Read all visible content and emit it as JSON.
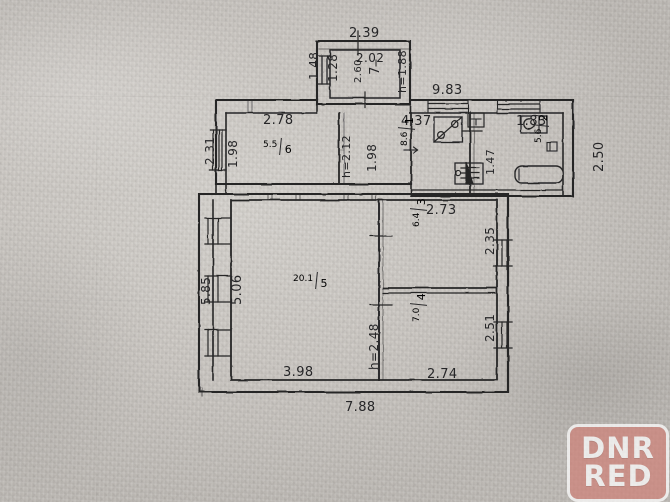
{
  "document": {
    "kind": "hand-drawn apartment floor plan photograph",
    "title": ""
  },
  "watermark": {
    "line1": "DNR",
    "line2": "RED",
    "color": "#cf8279",
    "text_color": "#ffffff"
  },
  "ink_color": "#262628",
  "paper_color": "#c9c5c0",
  "overall_dimensions": {
    "top_width": "9.83",
    "bottom_width": "7.88",
    "left_height": "5.85",
    "right_height": "2.50"
  },
  "rooms": [
    {
      "id": "room-7",
      "number": "7",
      "area": "",
      "height_note": "h=1.88",
      "dims": [
        "2.39",
        "2.02",
        "1.48",
        "1.28",
        "2.60"
      ]
    },
    {
      "id": "room-6",
      "number": "6",
      "area": "5.5",
      "height_note": "h=2.12",
      "dims": [
        "2.78",
        "1.98",
        "2.31"
      ]
    },
    {
      "id": "room-1",
      "number": "1",
      "area": "8.6",
      "height_note": "",
      "dims": [
        "4.37"
      ]
    },
    {
      "id": "room-2",
      "number": "2",
      "area": "5.6",
      "height_note": "",
      "dims": [
        "1.83",
        "1.47",
        "2.50"
      ]
    },
    {
      "id": "room-5",
      "number": "5",
      "area": "20.1",
      "height_note": "h=2.48",
      "dims": [
        "3.98",
        "5.06",
        "5.85"
      ]
    },
    {
      "id": "room-3",
      "number": "3",
      "area": "6.4",
      "height_note": "",
      "dims": [
        "2.73",
        "2.35"
      ]
    },
    {
      "id": "room-4",
      "number": "4",
      "area": "7.0",
      "height_note": "",
      "dims": [
        "2.74",
        "2.51"
      ]
    }
  ],
  "annotations": {
    "d_top_small_outer": "2.39",
    "d_top_small_inner": "2.02",
    "d_top_small_left_outer": "1.48",
    "d_top_small_left_inner": "1.28",
    "d_top_small_side": "2.60",
    "h_room7": "h=1.88",
    "d_overall_top": "9.83",
    "d_room6_top": "2.78",
    "d_room6_left_inner": "1.98",
    "d_room6_left_outer": "2.31",
    "h_room6": "h=2.12",
    "d_room6_right": "1.98",
    "d_room1_top": "4.37",
    "d_room2_top": "1.83",
    "d_room2_left": "1.47",
    "d_right_outer": "2.50",
    "d_room3_top": "2.73",
    "d_room3_right": "2.35",
    "d_room4_bottom": "2.74",
    "d_room4_right": "2.51",
    "d_room5_bottom": "3.98",
    "d_left_inner": "5.06",
    "d_left_outer": "5.85",
    "h_room5": "h=2.48",
    "d_overall_bottom": "7.88"
  },
  "fixtures": [
    {
      "name": "kitchen-stove-icon",
      "room": "room-1"
    },
    {
      "name": "kitchen-hood-icon",
      "room": "room-1"
    },
    {
      "name": "kitchen-sink-icon",
      "room": "room-1"
    },
    {
      "name": "radiator-icon",
      "room": "room-1"
    },
    {
      "name": "toilet-icon",
      "room": "room-2"
    },
    {
      "name": "bathtub-icon",
      "room": "room-2"
    }
  ]
}
